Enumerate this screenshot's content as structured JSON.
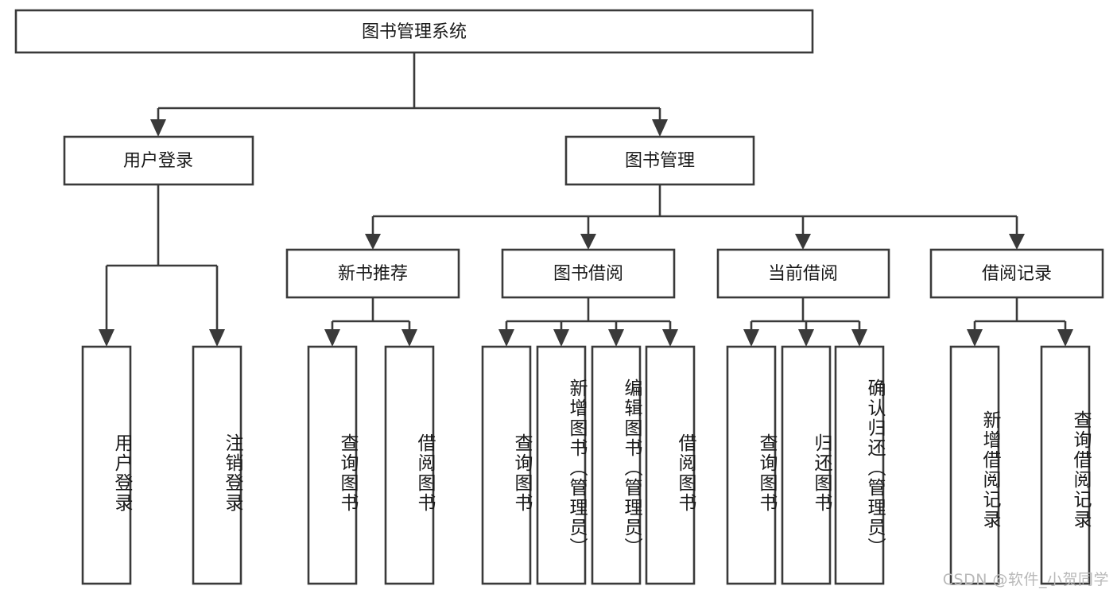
{
  "diagram": {
    "title": "图书管理系统",
    "type": "hierarchy-tree",
    "orientation": "top-down",
    "colors": {
      "stroke": "#3a3a3a",
      "fill": "#ffffff",
      "text": "#1a1a1a",
      "watermark": "#b9b9b9",
      "background": "#ffffff"
    },
    "root": {
      "label": "图书管理系统"
    },
    "level2": [
      {
        "label": "用户登录"
      },
      {
        "label": "图书管理"
      }
    ],
    "level3": [
      {
        "label": "新书推荐"
      },
      {
        "label": "图书借阅"
      },
      {
        "label": "当前借阅"
      },
      {
        "label": "借阅记录"
      }
    ],
    "leaves": {
      "user_login": [
        {
          "label": "用户登录"
        },
        {
          "label": "注销登录"
        }
      ],
      "new_book_recommend": [
        {
          "label": "查询图书"
        },
        {
          "label": "借阅图书"
        }
      ],
      "book_borrow": [
        {
          "label": "查询图书"
        },
        {
          "label": "新增图书（管理员）"
        },
        {
          "label": "编辑图书（管理员）"
        },
        {
          "label": "借阅图书"
        }
      ],
      "current_borrow": [
        {
          "label": "查询图书"
        },
        {
          "label": "归还图书"
        },
        {
          "label": "确认归还（管理员）"
        }
      ],
      "borrow_record": [
        {
          "label": "新增借阅记录"
        },
        {
          "label": "查询借阅记录"
        }
      ]
    }
  },
  "watermark": {
    "text": "CSDN @软件_小贺同学"
  }
}
